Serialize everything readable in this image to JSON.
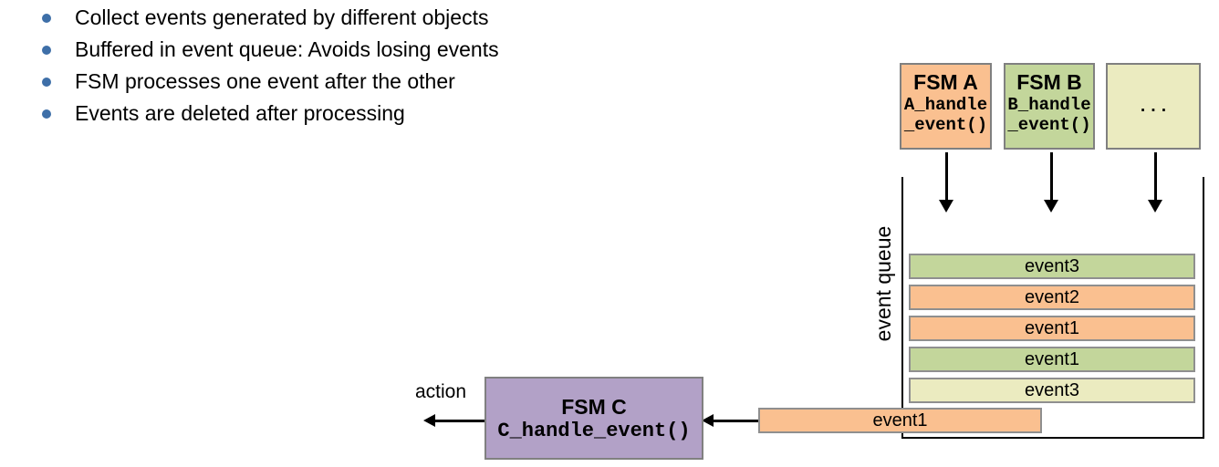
{
  "slide": {
    "bullets": [
      "Collect events generated by different objects",
      "Buffered in event queue: Avoids losing events",
      "FSM processes one event after the other",
      "Events are deleted after processing"
    ]
  },
  "diagram": {
    "fsm_a": {
      "title": "FSM A",
      "handler_line1": "A_handle",
      "handler_line2": "_event()",
      "fill": "#FAC090"
    },
    "fsm_b": {
      "title": "FSM B",
      "handler_line1": "B_handle",
      "handler_line2": "_event()",
      "fill": "#C3D69B"
    },
    "fsm_other": {
      "label": "...",
      "fill": "#EBEBC0"
    },
    "queue": {
      "label": "event queue",
      "items": [
        {
          "label": "event3",
          "fill": "#C3D69B"
        },
        {
          "label": "event2",
          "fill": "#FAC090"
        },
        {
          "label": "event1",
          "fill": "#FAC090"
        },
        {
          "label": "event1",
          "fill": "#C3D69B"
        },
        {
          "label": "event3",
          "fill": "#EBEBC0"
        }
      ]
    },
    "dequeued": {
      "label": "event1",
      "fill": "#FAC090"
    },
    "fsm_c": {
      "title": "FSM C",
      "handler": "C_handle_event()",
      "fill": "#B2A1C7"
    },
    "action_label": "action"
  },
  "colors": {
    "bullet": "#3E6FA8",
    "box_border": "#808080",
    "row_border": "#8F8F8F",
    "queue_border": "#000000",
    "arrow": "#000000",
    "background": "#FFFFFF"
  }
}
